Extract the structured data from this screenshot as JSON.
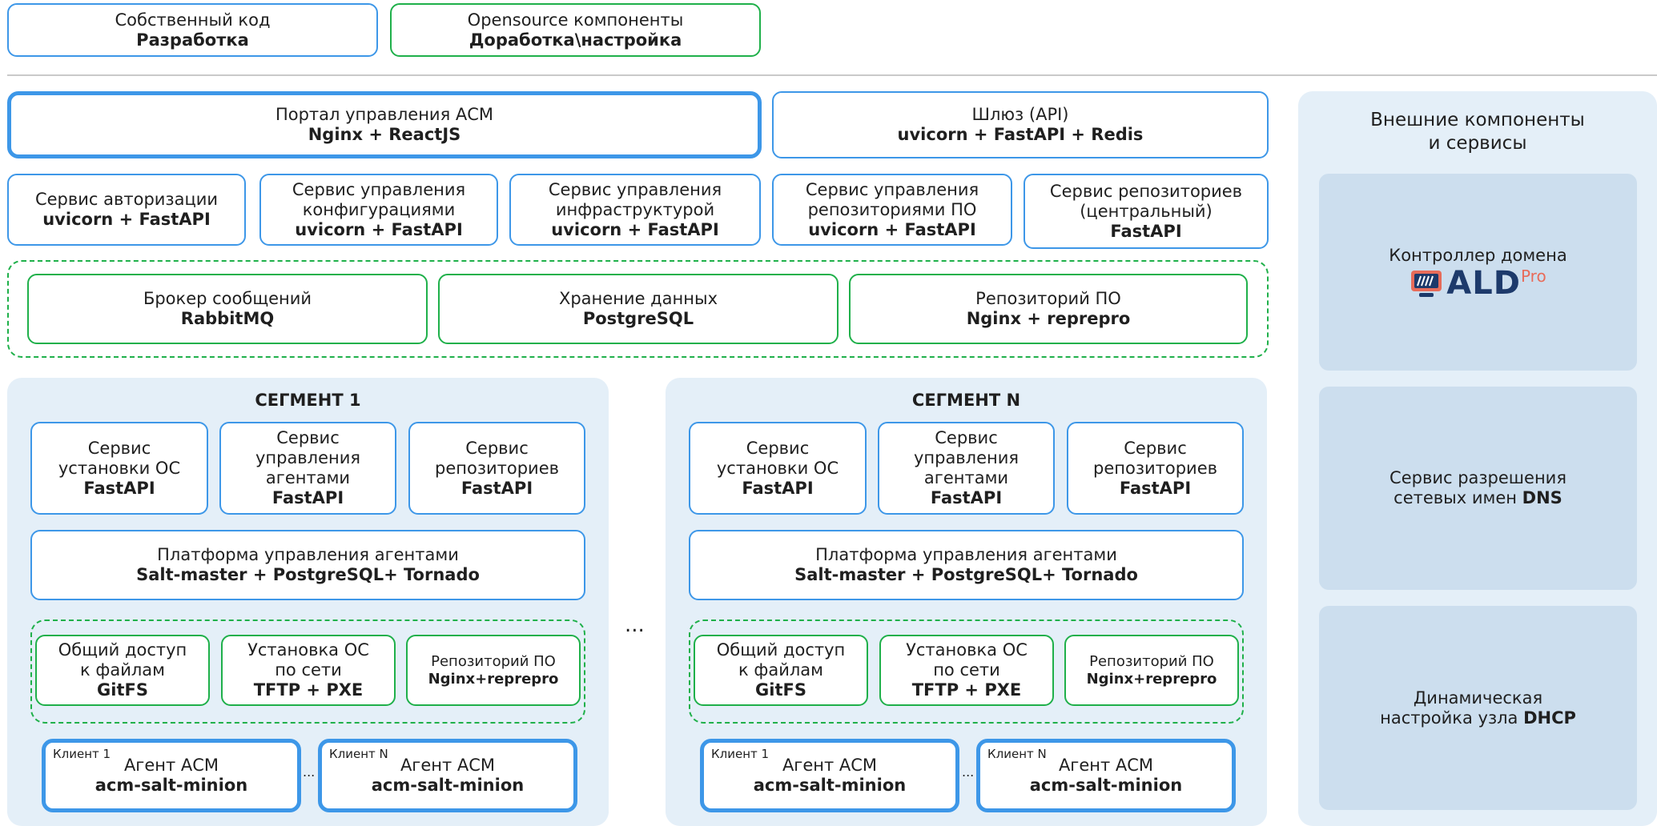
{
  "legend": {
    "own": {
      "line1": "Собственный код",
      "line2": "Разработка"
    },
    "opensource": {
      "line1": "Opensource компоненты",
      "line2": "Доработка\\настройка"
    }
  },
  "top": {
    "portal": {
      "line1": "Портал управления АСМ",
      "line2": "Nginx + ReactJS"
    },
    "gateway": {
      "line1": "Шлюз (API)",
      "line2": "uvicorn + FastAPI + Redis"
    }
  },
  "services": [
    {
      "lines": [
        "Сервис авторизации"
      ],
      "tech": "uvicorn + FastAPI"
    },
    {
      "lines": [
        "Сервис управления",
        "конфигурациями"
      ],
      "tech": "uvicorn + FastAPI"
    },
    {
      "lines": [
        "Сервис управления",
        "инфраструктурой"
      ],
      "tech": "uvicorn + FastAPI"
    },
    {
      "lines": [
        "Сервис управления",
        "репозиториями ПО"
      ],
      "tech": "uvicorn + FastAPI"
    },
    {
      "lines": [
        "Сервис репозиториев",
        "(центральный)"
      ],
      "tech": "FastAPI"
    }
  ],
  "infra": [
    {
      "line1": "Брокер сообщений",
      "line2": "RabbitMQ"
    },
    {
      "line1": "Хранение данных",
      "line2": "PostgreSQL"
    },
    {
      "line1": "Репозиторий ПО",
      "line2": "Nginx + reprepro"
    }
  ],
  "segment_services": [
    {
      "lines": [
        "Сервис",
        "установки ОС"
      ],
      "tech": "FastAPI"
    },
    {
      "lines": [
        "Сервис",
        "управления",
        "агентами"
      ],
      "tech": "FastAPI"
    },
    {
      "lines": [
        "Сервис",
        "репозиториев"
      ],
      "tech": "FastAPI"
    }
  ],
  "platform": {
    "line1": "Платформа управления агентами",
    "line2": "Salt-master + PostgreSQL+ Tornado"
  },
  "segment_infra": [
    {
      "lines": [
        "Общий доступ",
        "к файлам"
      ],
      "tech": "GitFS"
    },
    {
      "lines": [
        "Установка ОС",
        "по сети"
      ],
      "tech": "TFTP + PXE"
    },
    {
      "lines": [
        "Репозиторий ПО"
      ],
      "tech": "Nginx+reprepro"
    }
  ],
  "agent": {
    "line1": "Агент АСМ",
    "line2": "acm-salt-minion"
  },
  "segments": [
    {
      "title": "СЕГМЕНТ 1",
      "client_first": "Клиент 1",
      "client_last": "Клиент N"
    },
    {
      "title": "СЕГМЕНТ N",
      "client_first": "Клиент 1",
      "client_last": "Клиент N"
    }
  ],
  "ellipsis": "...",
  "small_ellipsis": "...",
  "external": {
    "title": [
      "Внешние компоненты",
      "и сервисы"
    ],
    "domain": {
      "line1": "Контроллер домена",
      "logo_text": "ALD",
      "logo_sup": "Pro"
    },
    "dns": {
      "line1": "Сервис разрешения",
      "line2_text": "сетевых имен ",
      "line2_bold": "DNS"
    },
    "dhcp": {
      "line1": "Динамическая",
      "line2_text": "настройка узла ",
      "line2_bold": "DHCP"
    }
  },
  "colors": {
    "own_border": "#3d97e8",
    "opensource_border": "#1fb04a",
    "segment_bg": "#e4eff8",
    "external_card": "#ccdeee"
  }
}
